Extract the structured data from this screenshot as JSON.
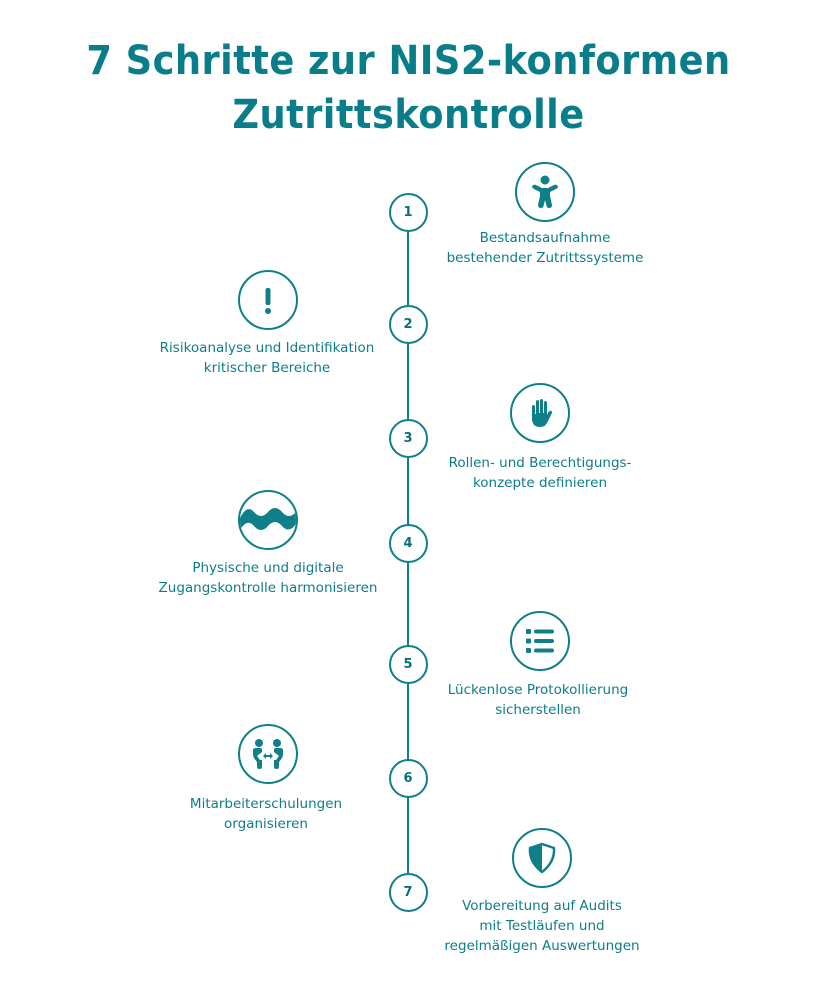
{
  "title": {
    "line1": "7 Schritte zur NIS2-konformen",
    "line2": "Zutrittskontrolle"
  },
  "colors": {
    "primary": "#0f7f8a",
    "background": "#ffffff"
  },
  "steps": [
    {
      "number": "1",
      "icon": "accessibility-person-icon",
      "side": "right",
      "lines": [
        "Bestandsaufnahme",
        "bestehender Zutrittssysteme"
      ]
    },
    {
      "number": "2",
      "icon": "exclamation-icon",
      "side": "left",
      "lines": [
        "Risikoanalyse und Identifikation",
        "kritischer Bereiche"
      ]
    },
    {
      "number": "3",
      "icon": "hand-stop-icon",
      "side": "right",
      "lines": [
        "Rollen- und Berechtigungs-",
        "konzepte definieren"
      ]
    },
    {
      "number": "4",
      "icon": "wave-icon",
      "side": "left",
      "lines": [
        "Physische und digitale",
        "Zugangskontrolle harmonisieren"
      ]
    },
    {
      "number": "5",
      "icon": "list-icon",
      "side": "right",
      "lines": [
        "Lückenlose Protokollierung",
        "sicherstellen"
      ]
    },
    {
      "number": "6",
      "icon": "people-exchange-icon",
      "side": "left",
      "lines": [
        "Mitarbeiterschulungen",
        "organisieren"
      ]
    },
    {
      "number": "7",
      "icon": "shield-icon",
      "side": "right",
      "lines": [
        "Vorbereitung auf Audits",
        "mit Testläufen und",
        "regelmäßigen Auswertungen"
      ]
    }
  ]
}
